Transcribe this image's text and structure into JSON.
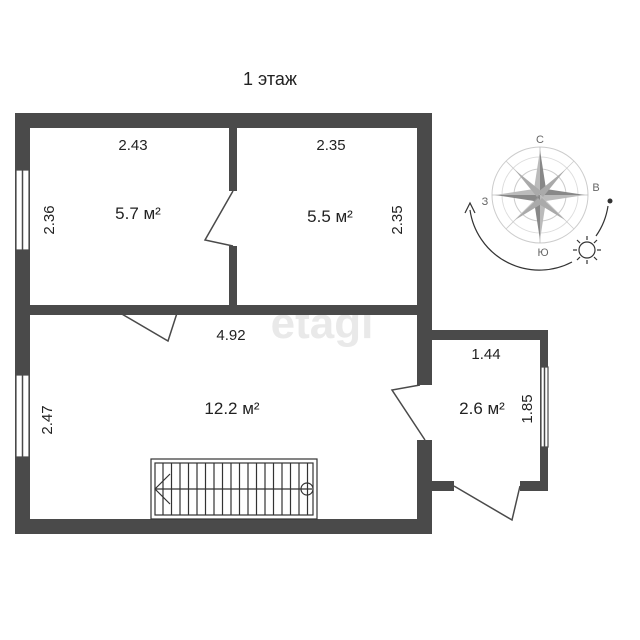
{
  "floor_title": "1 этаж",
  "watermark": "etagi",
  "colors": {
    "wall": "#4a4a4a",
    "background": "#ffffff"
  },
  "rooms": [
    {
      "id": "room-top-left",
      "area": "5.7 м²",
      "width_dim": "2.43",
      "height_dim": "2.36"
    },
    {
      "id": "room-top-right",
      "area": "5.5 м²",
      "width_dim": "2.35",
      "height_dim": "2.35"
    },
    {
      "id": "room-main",
      "area": "12.2 м²",
      "width_dim": "4.92",
      "height_dim": "2.47"
    },
    {
      "id": "room-small",
      "area": "2.6 м²",
      "width_dim": "1.44",
      "height_dim": "1.85"
    }
  ],
  "compass": {
    "north": "С",
    "east": "В",
    "south": "Ю",
    "west": "З",
    "icons": [
      "compass-rose-icon",
      "sun-icon"
    ]
  }
}
